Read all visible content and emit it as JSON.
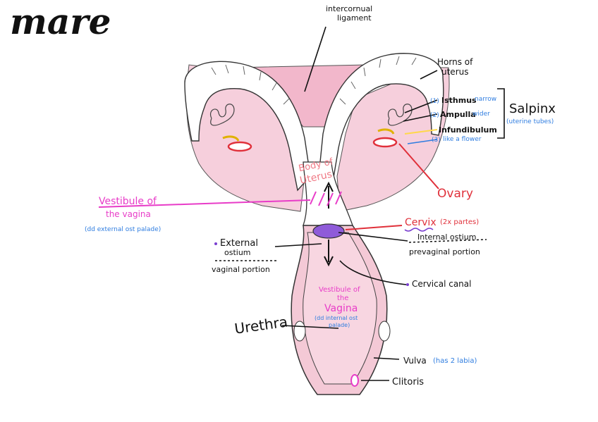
{
  "title": "mare",
  "labels": {
    "intercornual_1": "intercornual",
    "intercornual_2": "ligament",
    "horns_1": "Horns of",
    "horns_2": "uterus",
    "isthmus_num": "(1)",
    "isthmus": "Isthmus",
    "isthmus_note": "narrow",
    "ampulla_num": "(2)",
    "ampulla": "Ampulla",
    "ampulla_note": "wider",
    "infund": "Infundibulum",
    "infund_num": "(3)",
    "infund_note": "like a flower",
    "salpinx": "Salpinx",
    "salpinx_note": "(uterine tubes)",
    "body_1": "Body of",
    "body_2": "Uterus",
    "ovary": "Ovary",
    "vestibule_1": "Vestibule of",
    "vestibule_2": "the vagina",
    "vestibule_note": "(dd external ost palade)",
    "cervix": "Cervix",
    "cervix_note": "(2x partes)",
    "internal_1": "Internal ostium",
    "internal_2": "prevaginal portion",
    "external_1": "External",
    "external_2": "ostium",
    "vaginal_portion": "vaginal portion",
    "cervical_canal": "Cervical canal",
    "vag_1": "Vestibule of",
    "vag_2": "the",
    "vag_3": "Vagina",
    "vag_note_1": "(dd internal ost",
    "vag_note_2": "palade)",
    "urethra": "Urethra",
    "vulva": "Vulva",
    "vulva_note": "(has 2 labia)",
    "clitoris": "Clitoris"
  },
  "colors": {
    "ink": "#111111",
    "tissue": "#f4c9d6",
    "tissue_light": "#fbe3ea",
    "horn": "#ffffff",
    "red": "#e0303a",
    "pink_label": "#f04fa8",
    "magenta": "#e83cc8",
    "blue": "#2f7de0",
    "purple": "#7a3fd0",
    "yellow": "#ffd84a",
    "salmon": "#f07a86"
  }
}
